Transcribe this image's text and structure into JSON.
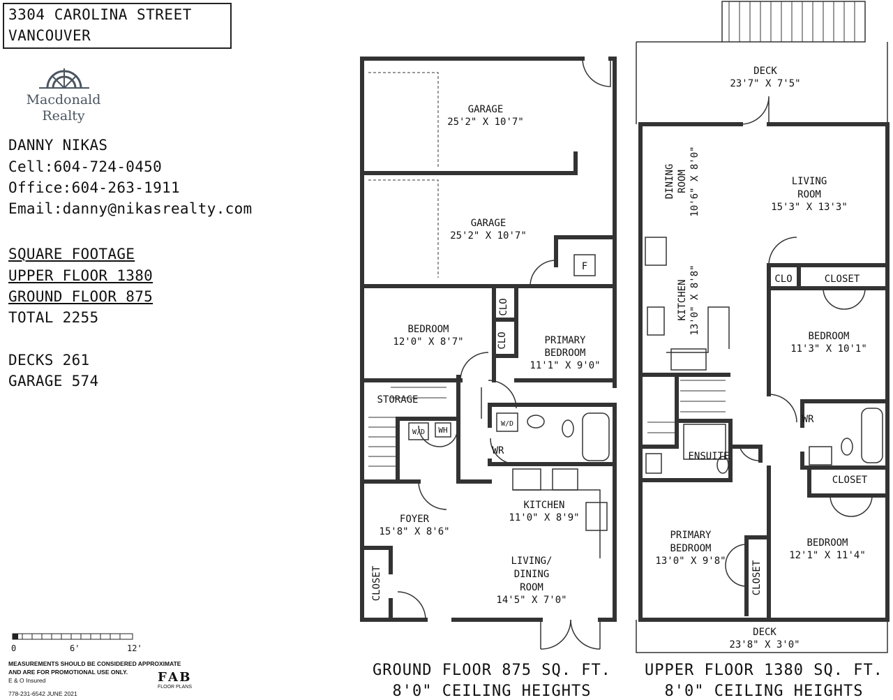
{
  "address": {
    "line1": "3304 CAROLINA STREET",
    "line2": "VANCOUVER"
  },
  "logo": {
    "line1": "Macdonald",
    "line2": "Realty",
    "icon": "compass-rose-logo"
  },
  "agent": {
    "name": "DANNY NIKAS",
    "cell": "Cell:604-724-0450",
    "office": "Office:604-263-1911",
    "email": "Email:danny@nikasrealty.com"
  },
  "footage": {
    "heading": "SQUARE FOOTAGE",
    "upper": "UPPER FLOOR 1380",
    "ground": "GROUND FLOOR 875",
    "total": "TOTAL 2255",
    "decks": "DECKS 261",
    "garage": "GARAGE 574"
  },
  "scale": {
    "l0": "0",
    "l6": "6'",
    "l12": "12'"
  },
  "notes": {
    "line1": "MEASUREMENTS SHOULD BE CONSIDERED APPROXIMATE",
    "line2": "AND ARE FOR PROMOTIONAL USE ONLY.",
    "line3": "E & O Insured",
    "line4": "778-231-6542   JUNE 2021"
  },
  "fab": {
    "logo": "F A B",
    "sub": "FLOOR PLANS"
  },
  "ground_floor": {
    "title1": "GROUND FLOOR 875 SQ. FT.",
    "title2": "8'0\" CEILING HEIGHTS",
    "rooms": {
      "garage1_name": "GARAGE",
      "garage1_dim": "25'2\" X 10'7\"",
      "garage2_name": "GARAGE",
      "garage2_dim": "25'2\" X 10'7\"",
      "furnace": "F",
      "bedroom_name": "BEDROOM",
      "bedroom_dim": "12'0\" X 8'7\"",
      "clo1": "CLO",
      "clo2": "CLO",
      "primary_name1": "PRIMARY",
      "primary_name2": "BEDROOM",
      "primary_dim": "11'1\" X 9'0\"",
      "storage": "STORAGE",
      "wd1": "W/D",
      "wh": "WH",
      "wd2": "W/D",
      "wr": "WR",
      "kitchen_name": "KITCHEN",
      "kitchen_dim": "11'0\" X 8'9\"",
      "foyer_name": "FOYER",
      "foyer_dim": "15'8\" X 8'6\"",
      "living_name1": "LIVING/",
      "living_name2": "DINING",
      "living_name3": "ROOM",
      "living_dim": "14'5\" X 7'0\"",
      "closet": "CLOSET"
    }
  },
  "upper_floor": {
    "title1": "UPPER FLOOR 1380 SQ. FT.",
    "title2": "8'0\" CEILING HEIGHTS",
    "rooms": {
      "deck_top_name": "DECK",
      "deck_top_dim": "23'7\" X 7'5\"",
      "dining_name1": "DINING",
      "dining_name2": "ROOM",
      "dining_dim": "10'6\" X 8'0\"",
      "living_name1": "LIVING",
      "living_name2": "ROOM",
      "living_dim": "15'3\" X 13'3\"",
      "kitchen_name": "KITCHEN",
      "kitchen_dim": "13'0\" X 8'8\"",
      "clo": "CLO",
      "closet1": "CLOSET",
      "bedroom1_name": "BEDROOM",
      "bedroom1_dim": "11'3\" X 10'1\"",
      "wr": "WR",
      "ensuite": "ENSUITE",
      "closet2": "CLOSET",
      "primary_name1": "PRIMARY",
      "primary_name2": "BEDROOM",
      "primary_dim": "13'0\" X 9'8\"",
      "closet3": "CLOSET",
      "bedroom2_name": "BEDROOM",
      "bedroom2_dim": "12'1\" X 11'4\"",
      "deck_bottom_name": "DECK",
      "deck_bottom_dim": "23'8\" X 3'0\""
    }
  }
}
